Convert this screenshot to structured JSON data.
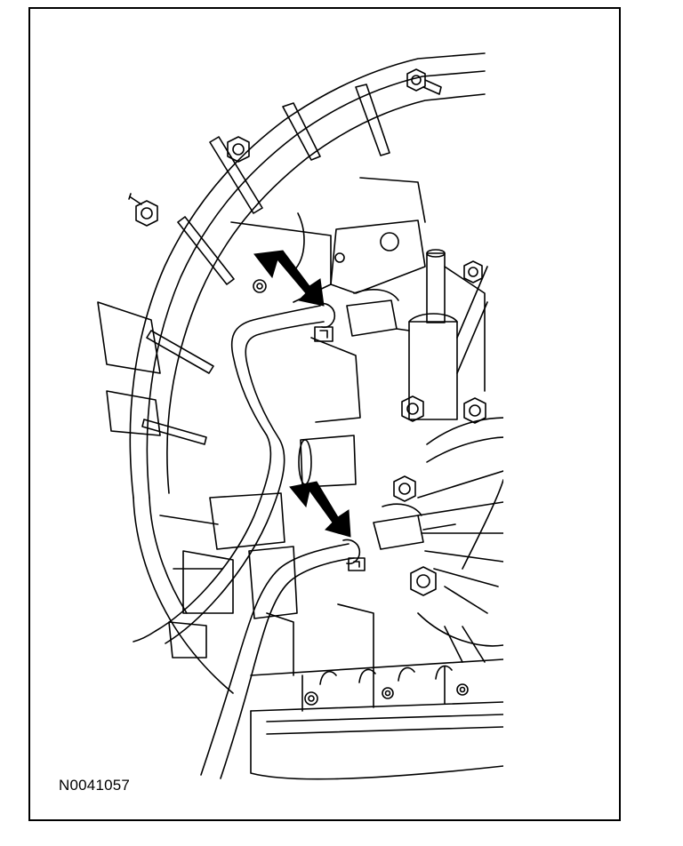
{
  "figure": {
    "id_label": "N0041057",
    "subject": "transmission-fluid-cooler-line-fittings",
    "callouts": [
      {
        "name": "upper-cooler-line-fitting",
        "icon": "arrow-icon"
      },
      {
        "name": "lower-cooler-line-fitting",
        "icon": "arrow-icon"
      }
    ],
    "colors": {
      "ink": "#000000",
      "paper": "#ffffff"
    }
  }
}
